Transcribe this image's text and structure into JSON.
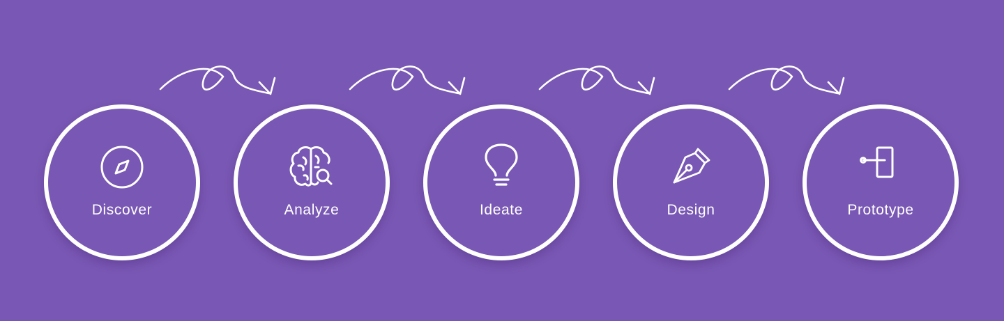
{
  "colors": {
    "background": "#7957B4",
    "foreground": "#FFFFFF"
  },
  "steps": [
    {
      "label": "Discover",
      "icon": "compass-icon"
    },
    {
      "label": "Analyze",
      "icon": "brain-search-icon"
    },
    {
      "label": "Ideate",
      "icon": "lightbulb-icon"
    },
    {
      "label": "Design",
      "icon": "pen-nib-icon"
    },
    {
      "label": "Prototype",
      "icon": "door-exit-icon"
    }
  ],
  "connectors": [
    {
      "from": "Discover",
      "to": "Analyze",
      "icon": "loop-arrow-icon"
    },
    {
      "from": "Analyze",
      "to": "Ideate",
      "icon": "loop-arrow-icon"
    },
    {
      "from": "Ideate",
      "to": "Design",
      "icon": "loop-arrow-icon"
    },
    {
      "from": "Design",
      "to": "Prototype",
      "icon": "loop-arrow-icon"
    }
  ]
}
